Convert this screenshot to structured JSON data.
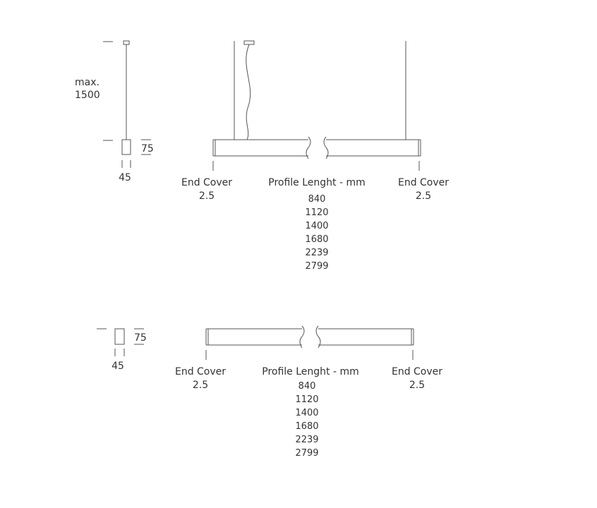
{
  "pendant": {
    "max_label": "max.",
    "max_value": "1500",
    "height_dim": "75",
    "width_dim": "45",
    "end_cover_left_label": "End Cover",
    "end_cover_left_value": "2.5",
    "profile_label": "Profile Lenght - mm",
    "end_cover_right_label": "End Cover",
    "end_cover_right_value": "2.5",
    "lengths": [
      "840",
      "1120",
      "1400",
      "1680",
      "2239",
      "2799"
    ]
  },
  "surface": {
    "height_dim": "75",
    "width_dim": "45",
    "end_cover_left_label": "End Cover",
    "end_cover_left_value": "2.5",
    "profile_label": "Profile Lenght - mm",
    "end_cover_right_label": "End Cover",
    "end_cover_right_value": "2.5",
    "lengths": [
      "840",
      "1120",
      "1400",
      "1680",
      "2239",
      "2799"
    ]
  },
  "colors": {
    "line": "#555555",
    "text": "#333333"
  }
}
